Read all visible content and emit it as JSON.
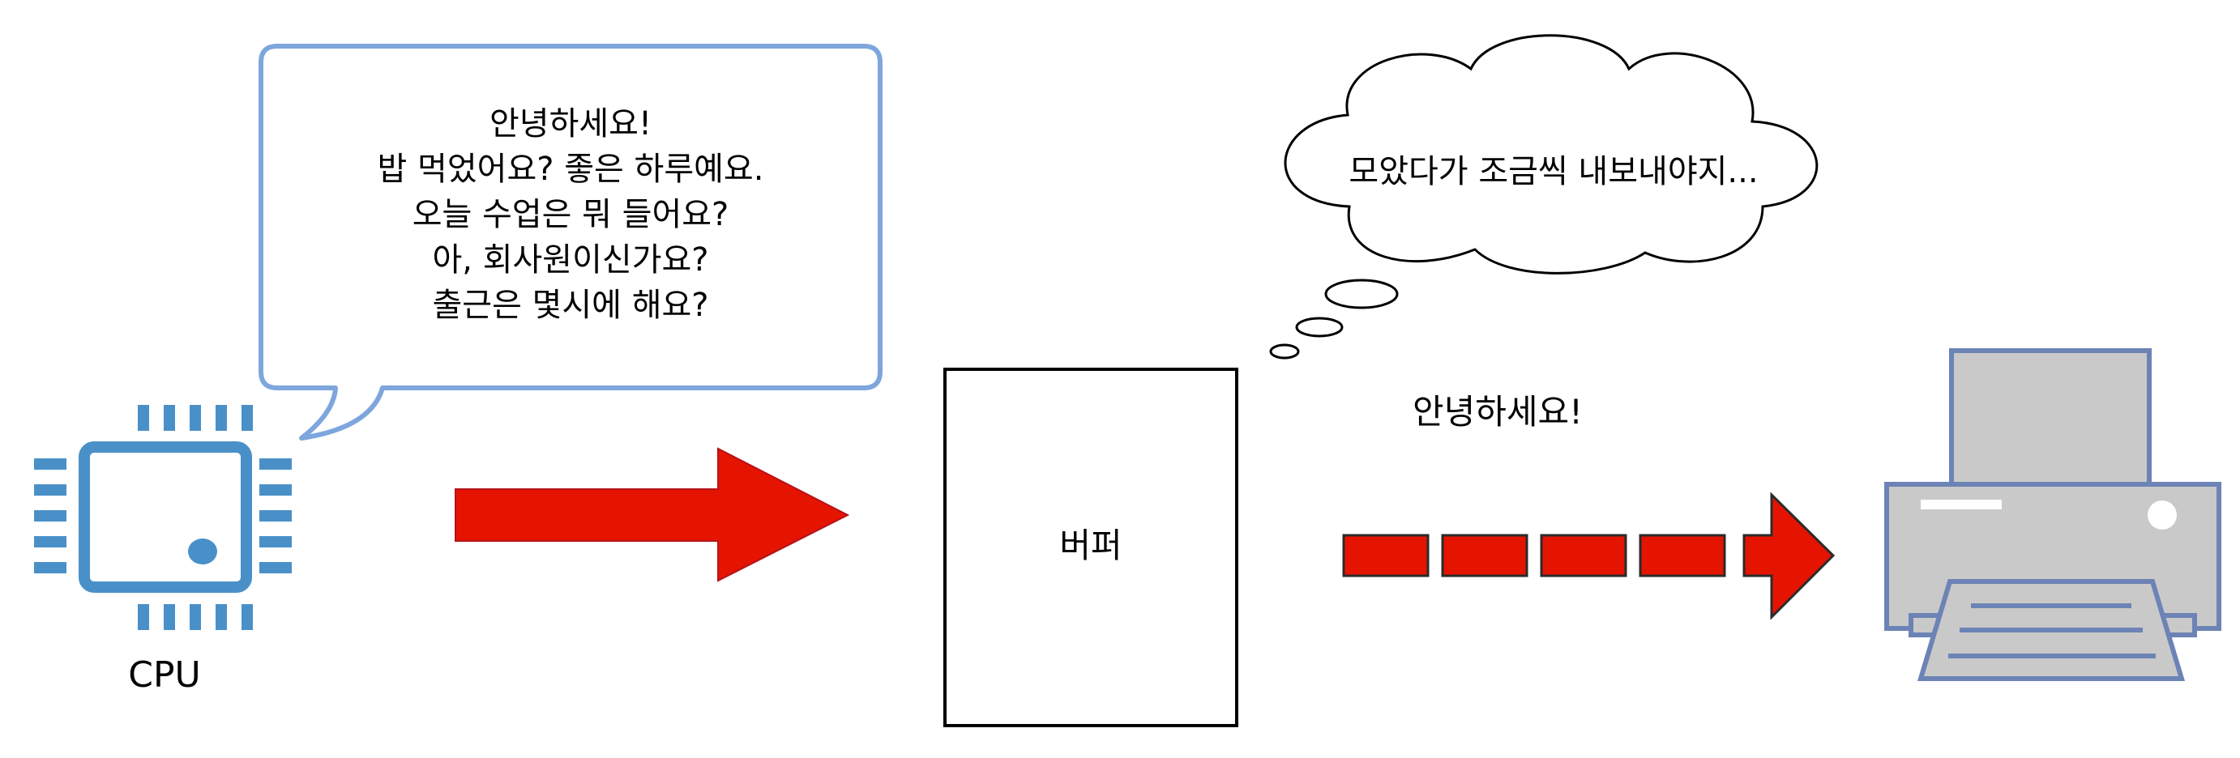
{
  "cpu": {
    "label": "CPU",
    "icon": "cpu-chip-icon",
    "color": "#4a90c8"
  },
  "speech_bubble": {
    "lines": [
      "안녕하세요!",
      "밥 먹었어요? 좋은 하루예요.",
      "오늘 수업은 뭐 들어요?",
      "아, 회사원이신가요?",
      "출근은 몇시에 해요?"
    ],
    "border_color": "#7ea6dd"
  },
  "buffer": {
    "label": "버퍼"
  },
  "thought_bubble": {
    "text": "모았다가 조금씩 내보내야지..."
  },
  "output_text": "안녕하세요!",
  "printer": {
    "icon": "printer-icon",
    "body_color": "#c9c9c9",
    "border_color": "#6c83b5"
  },
  "arrow_color": "#e51400"
}
